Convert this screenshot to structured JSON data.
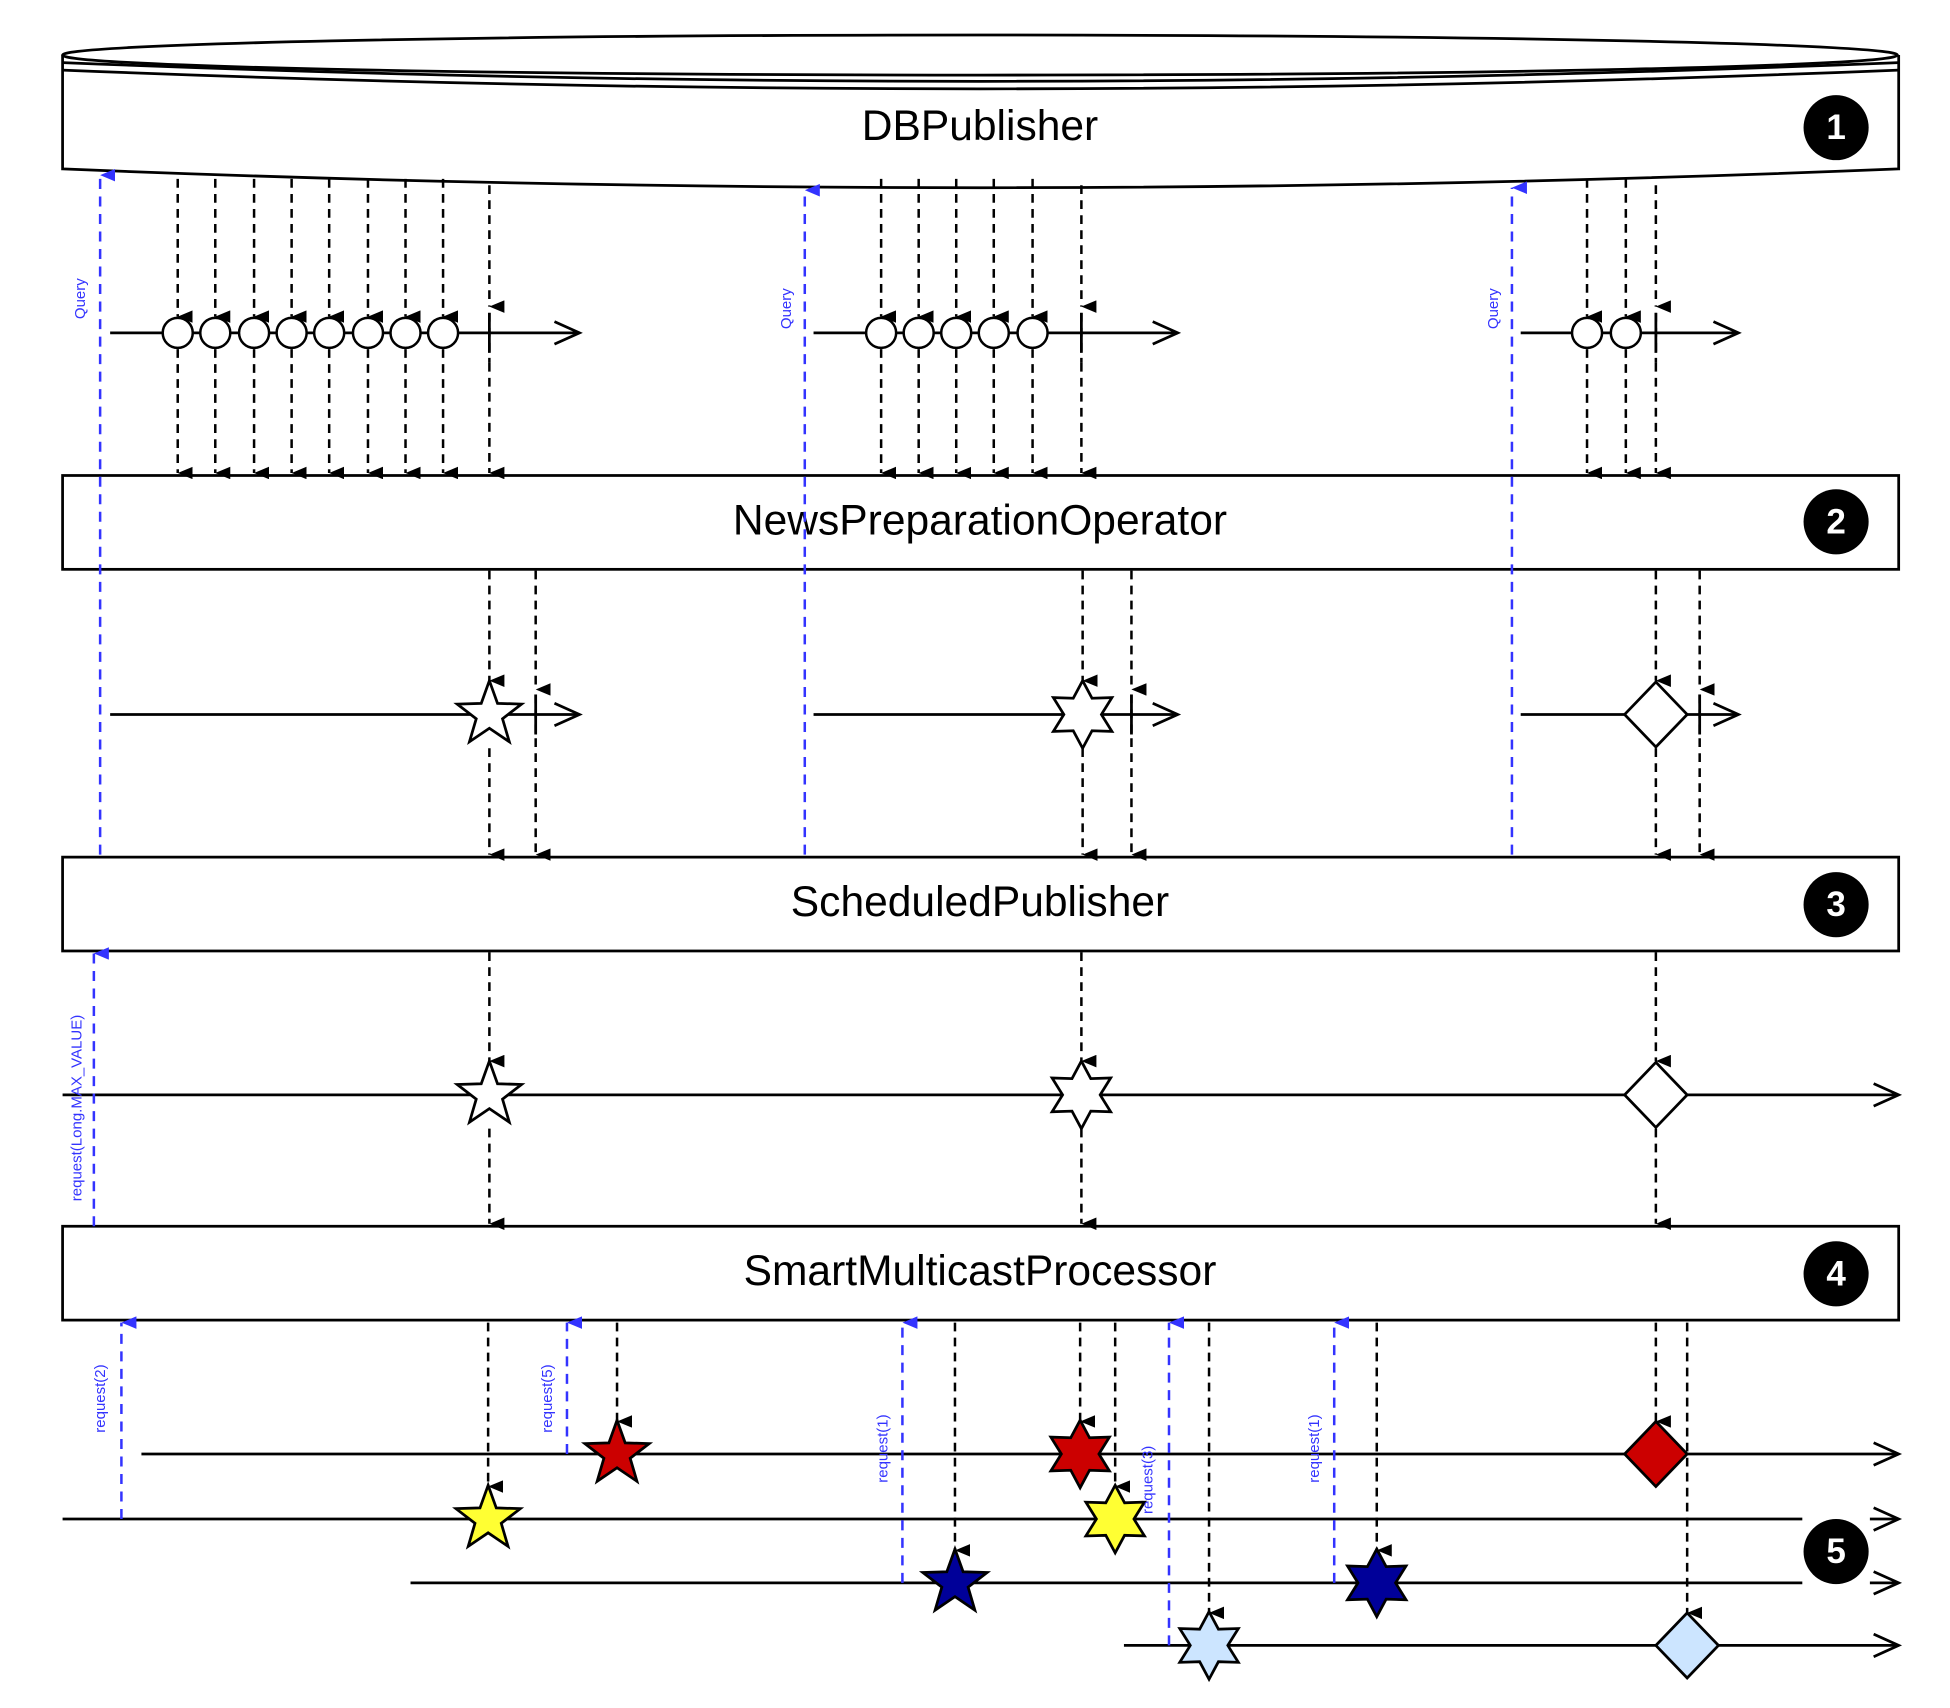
{
  "components": [
    {
      "title": "DBPublisher",
      "badge": "1"
    },
    {
      "title": "NewsPreparationOperator",
      "badge": "2"
    },
    {
      "title": "ScheduledPublisher",
      "badge": "3"
    },
    {
      "title": "SmartMulticastProcessor",
      "badge": "4"
    }
  ],
  "subscribers_badge": "5",
  "requests": {
    "query": [
      "Query",
      "Query",
      "Query"
    ],
    "scheduled": "request(Long.MAX_VALUE)",
    "subscribers": [
      "request(2)",
      "request(5)",
      "request(1)",
      "request(3)",
      "request(1)"
    ]
  },
  "colors": {
    "request_arrow": "#3333ff",
    "red": "#cc0000",
    "yellow": "#ffff33",
    "navy": "#000099",
    "light_blue": "#cce5ff",
    "empty": "#ffffff"
  }
}
